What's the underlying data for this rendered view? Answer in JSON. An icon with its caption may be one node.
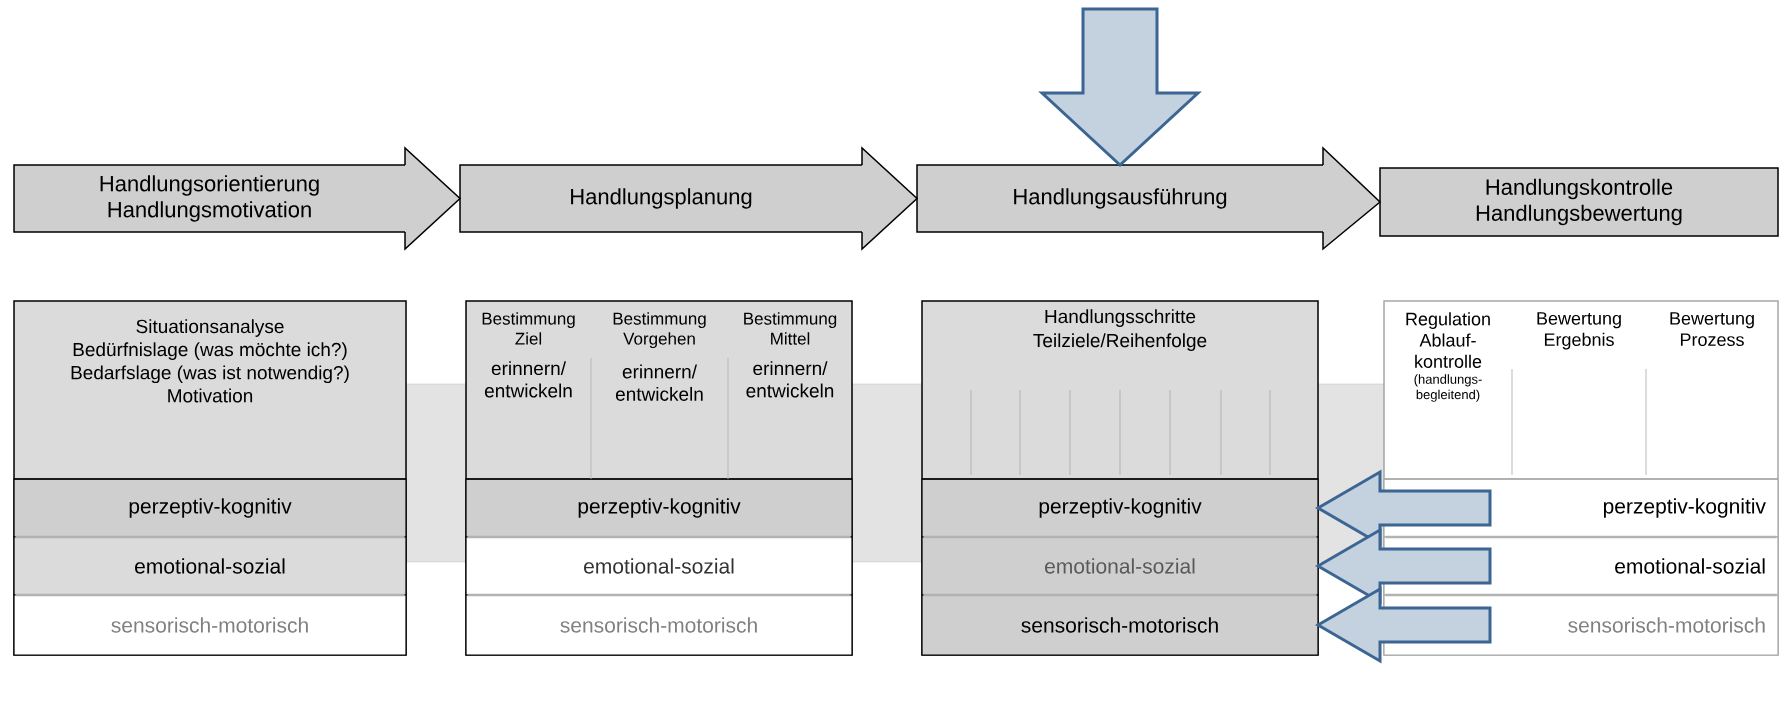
{
  "diagram": {
    "nodes": [
      {
        "text": [
          "Handlungsorientierung",
          "Handlungsmotivation"
        ]
      },
      {
        "text": [
          "Handlungsplanung"
        ]
      },
      {
        "text": [
          "Handlungsausführung"
        ]
      },
      {
        "text": [
          "Handlungskontrolle",
          "Handlungsbewertung"
        ]
      },
      {
        "text": [
          "Situationsanalyse",
          "Bedürfnislage (was möchte ich?)",
          "Bedarfslage (was ist notwendig?)",
          "Motivation"
        ]
      },
      {
        "text": [
          "perzeptiv-kognitiv"
        ],
        "in": 4
      },
      {
        "text": [
          "emotional-sozial"
        ],
        "in": 4
      },
      {
        "text": [
          "sensorisch-motorisch"
        ],
        "in": 4
      },
      {
        "text": [],
        "shape": "box"
      },
      {
        "text": [
          "Bestimmung Ziel",
          "erinnern/ entwickeln"
        ],
        "in": 8
      },
      {
        "text": [
          "Bestimmung Vorgehen",
          "erinnern/ entwickeln"
        ],
        "in": 8
      },
      {
        "text": [
          "Bestimmung Mittel",
          "erinnern/ entwickeln"
        ],
        "in": 8
      },
      {
        "text": [
          "perzeptiv-kognitiv"
        ],
        "in": 8
      },
      {
        "text": [
          "emotional-sozial"
        ],
        "in": 8
      },
      {
        "text": [
          "sensorisch-motorisch"
        ],
        "in": 8
      },
      {
        "text": [
          "Handlungsschritte",
          "Teilziele/Reihenfolge"
        ]
      },
      {
        "text": [
          "perzeptiv-kognitiv"
        ],
        "in": 15
      },
      {
        "text": [
          "emotional-sozial"
        ],
        "in": 15
      },
      {
        "text": [
          "sensorisch-motorisch"
        ],
        "in": 15
      },
      {
        "text": [],
        "shape": "box"
      },
      {
        "text": [
          "Regulation Ablauf- kontrolle",
          "(handlungs- begleitend)"
        ],
        "in": 19
      },
      {
        "text": [
          "Bewertung Ergebnis"
        ],
        "in": 19
      },
      {
        "text": [
          "Bewertung Prozess"
        ],
        "in": 19
      },
      {
        "text": [
          "perzeptiv-kognitiv"
        ],
        "in": 19
      },
      {
        "text": [
          "emotional-sozial"
        ],
        "in": 19
      },
      {
        "text": [
          "sensorisch-motorisch"
        ],
        "in": 19
      }
    ],
    "edges": [
      {
        "from": 0,
        "to": 1,
        "arrow": "to"
      },
      {
        "from": 1,
        "to": 2,
        "arrow": "to"
      },
      {
        "from": 2,
        "to": 3,
        "arrow": "to"
      },
      {
        "from": null,
        "to": 2,
        "arrow": "to"
      },
      {
        "from": null,
        "to": 16,
        "arrow": "to"
      },
      {
        "from": null,
        "to": 17,
        "arrow": "to"
      },
      {
        "from": null,
        "to": 18,
        "arrow": "to"
      }
    ]
  }
}
